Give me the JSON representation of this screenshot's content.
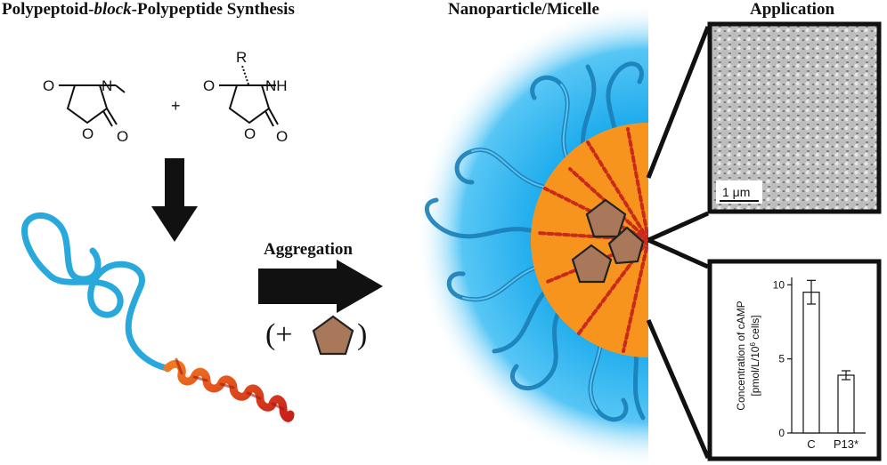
{
  "headings": {
    "synthesis_pre": "Polypeptoid-",
    "synthesis_mid": "block",
    "synthesis_post": "-Polypeptide Synthesis",
    "nanoparticle": "Nanoparticle/Micelle",
    "application": "Application"
  },
  "reaction": {
    "plus": "+",
    "monomer1": {
      "o_carbonyl": "O",
      "o_ring": "O",
      "o_carbonyl2": "O",
      "n": "N"
    },
    "monomer2": {
      "r_group": "R",
      "o_carbonyl": "O",
      "o_ring": "O",
      "o_carbonyl2": "O",
      "nh": "NH"
    }
  },
  "aggregation": {
    "label": "Aggregation",
    "paren_open": "(+",
    "paren_close": ")"
  },
  "sem": {
    "scale_bar": "1 μm"
  },
  "chart_data": {
    "type": "bar",
    "categories": [
      "C",
      "P13*"
    ],
    "values": [
      9.5,
      3.9
    ],
    "errors": [
      0.8,
      0.3
    ],
    "ylabel_line1": "Concentration of cAMP",
    "ylabel_line2": "[pmol/L/10",
    "ylabel_sup": "6",
    "ylabel_line2_end": " cells]",
    "yticks": [
      "0",
      "5",
      "10"
    ],
    "ylim": [
      0,
      10.5
    ]
  },
  "colors": {
    "polypeptoid": "#29a8dc",
    "polypeptide": "#d62b1e",
    "core": "#f7941d",
    "corona": "#1fb6f0",
    "drug": "#a9785a"
  }
}
